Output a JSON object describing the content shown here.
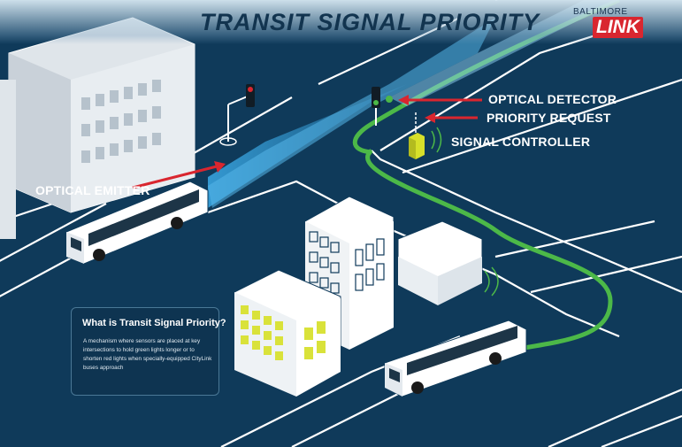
{
  "title": "TRANSIT SIGNAL PRIORITY",
  "logo": {
    "small_text": "BALTIMORE",
    "big_text": "LINK"
  },
  "labels": {
    "optical_detector": "OPTICAL DETECTOR",
    "priority_request": "PRIORITY REQUEST",
    "signal_controller": "SIGNAL CONTROLLER",
    "optical_emitter": "OPTICAL EMITTER"
  },
  "info": {
    "heading": "What is Transit Signal Priority?",
    "body": "A mechanism where sensors are placed at key intersections to hold green lights longer or to shorten red lights when specially-equipped CityLink buses approach"
  },
  "colors": {
    "background": "#0f3a5a",
    "road_line": "#ffffff",
    "bus_route": "#4cb848",
    "beam": "#3aa9e6",
    "arrow": "#d9262f",
    "controller": "#d7e02a",
    "windows": "#d9e23a"
  }
}
